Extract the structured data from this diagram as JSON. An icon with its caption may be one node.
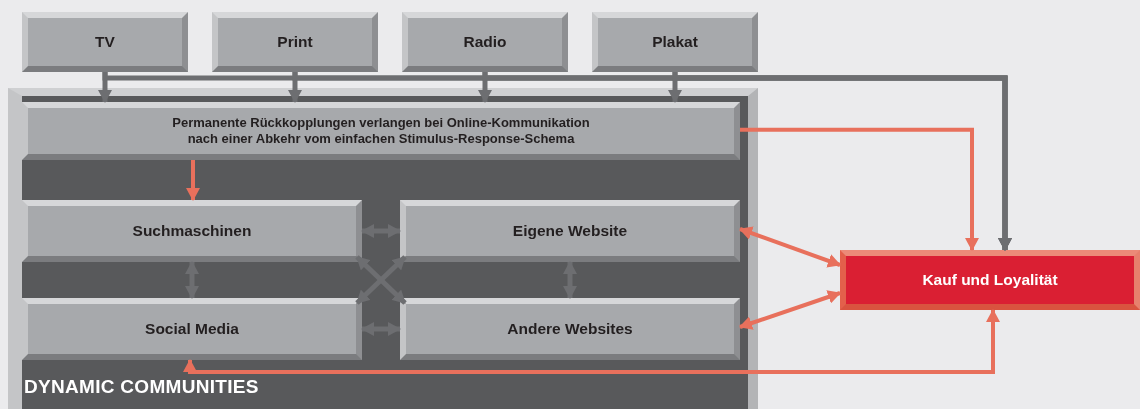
{
  "diagram": {
    "nodes": [
      {
        "text": [
          "TV"
        ]
      },
      {
        "text": [
          "Print"
        ]
      },
      {
        "text": [
          "Radio"
        ]
      },
      {
        "text": [
          "Plakat"
        ]
      },
      {
        "text": [
          "DYNAMIC COMMUNITIES"
        ]
      },
      {
        "text": [
          "Permanente Rückkopplungen verlangen bei Online-Kommunikation nach einer Abkehr vom einfachen Stimulus-Response-Schema"
        ],
        "in": 4
      },
      {
        "text": [
          "Suchmaschinen"
        ],
        "in": 4
      },
      {
        "text": [
          "Eigene Website"
        ],
        "in": 4
      },
      {
        "text": [
          "Social Media"
        ],
        "in": 4
      },
      {
        "text": [
          "Andere Websites"
        ],
        "in": 4
      },
      {
        "text": [
          "Kauf und Loyalität"
        ]
      }
    ],
    "edges": [
      {
        "from": 0,
        "to": 5,
        "arrow": "to"
      },
      {
        "from": 1,
        "to": 5,
        "arrow": "to"
      },
      {
        "from": 2,
        "to": 5,
        "arrow": "to"
      },
      {
        "from": 3,
        "to": 5,
        "arrow": "to"
      },
      {
        "from": 0,
        "to": 10,
        "arrow": "to"
      },
      {
        "from": 1,
        "to": 10,
        "arrow": "to"
      },
      {
        "from": 2,
        "to": 10,
        "arrow": "to"
      },
      {
        "from": 3,
        "to": 10,
        "arrow": "to"
      },
      {
        "from": 5,
        "to": 10,
        "arrow": "to",
        "color": "#e8705c"
      },
      {
        "from": 5,
        "to": 6,
        "arrow": "to",
        "color": "#e8705c"
      },
      {
        "from": 6,
        "to": 7,
        "arrow": "both"
      },
      {
        "from": 6,
        "to": 8,
        "arrow": "both"
      },
      {
        "from": 7,
        "to": 9,
        "arrow": "both"
      },
      {
        "from": 6,
        "to": 9,
        "arrow": "both"
      },
      {
        "from": 8,
        "to": 7,
        "arrow": "both"
      },
      {
        "from": 8,
        "to": 9,
        "arrow": "both"
      },
      {
        "from": 7,
        "to": 10,
        "arrow": "both",
        "color": "#e8705c"
      },
      {
        "from": 9,
        "to": 10,
        "arrow": "both",
        "color": "#e8705c"
      },
      {
        "from": 8,
        "to": 10,
        "arrow": "both",
        "color": "#e8705c"
      }
    ]
  }
}
